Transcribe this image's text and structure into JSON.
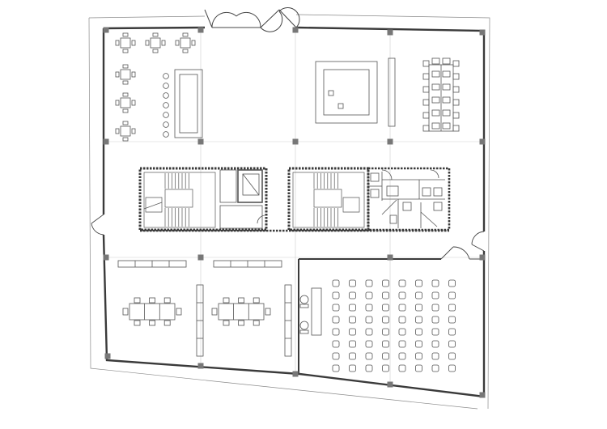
{
  "diagram": {
    "type": "architectural-floor-plan",
    "labels": [],
    "colors": {
      "background": "#ffffff",
      "wall": "#3a3a3a",
      "line": "#555555",
      "grid": "#cfcfcf",
      "column": "#777777",
      "hatch": "#9a9a9a"
    },
    "counts": {
      "auditorium_chair_rows": 8,
      "auditorium_chair_columns": 8,
      "cafe_table_sets": 8,
      "bar_stools": 7,
      "bench_chairs": 6,
      "stairwells": 2,
      "elevators": 2
    }
  }
}
